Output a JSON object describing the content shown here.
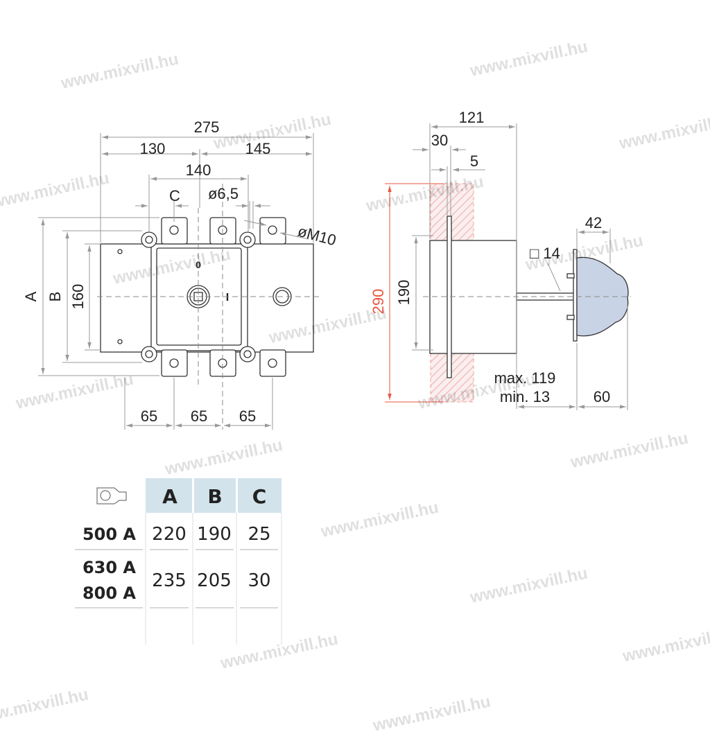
{
  "watermark": "www.mixvill.hu",
  "front_view": {
    "overall": "275",
    "left": "130",
    "right": "145",
    "center": "140",
    "c": "C",
    "hole": "ø6,5",
    "thread": "øM10",
    "a": "A",
    "b": "B",
    "height": "160",
    "pitch": [
      "65",
      "65",
      "65"
    ],
    "pos_off": "0",
    "pos_on": "I"
  },
  "side_view": {
    "panel": "290",
    "height": "190",
    "depth": "121",
    "w30": "30",
    "w5": "5",
    "handle_w": "42",
    "square": "□ 14",
    "shaft_max": "max. 119",
    "shaft_min": "min. 13",
    "handle_d": "60"
  },
  "table": {
    "headers": [
      "A",
      "B",
      "C"
    ],
    "rows": [
      {
        "rating": [
          "500 A"
        ],
        "a": "220",
        "b": "190",
        "c": "25"
      },
      {
        "rating": [
          "630 A",
          "800 A"
        ],
        "a": "235",
        "b": "205",
        "c": "30"
      }
    ]
  },
  "colors": {
    "header_bg": "#d3e3ec",
    "panel_dim": "#e8553f",
    "knob": "#c9d3e6"
  }
}
